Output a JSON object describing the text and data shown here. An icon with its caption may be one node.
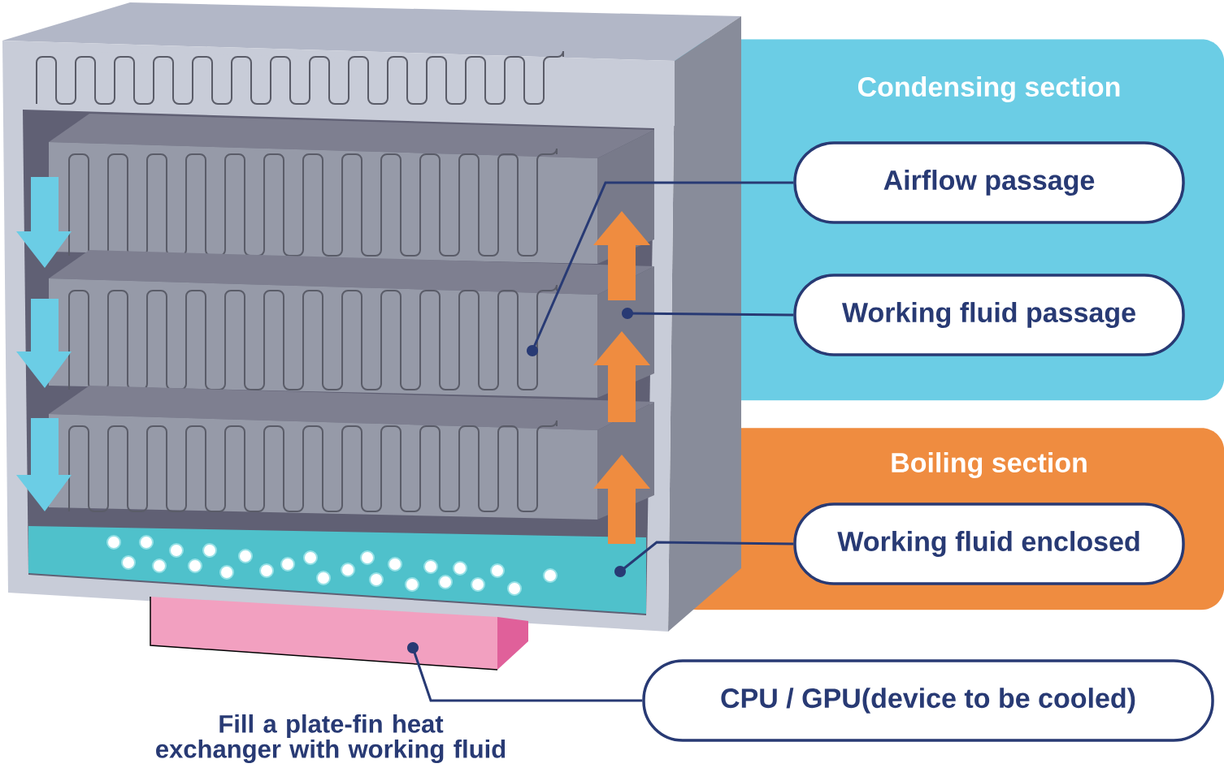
{
  "diagram": {
    "nodes": [
      {
        "text": [
          "Condensing section"
        ]
      },
      {
        "text": [
          "Airflow passage"
        ],
        "in": 0
      },
      {
        "text": [
          "Working fluid passage"
        ],
        "in": 0
      },
      {
        "text": [
          "Boiling section"
        ]
      },
      {
        "text": [
          "Working fluid enclosed"
        ],
        "in": 3
      },
      {
        "text": [
          "CPU / GPU(device to be cooled)"
        ]
      }
    ],
    "edges": [
      {
        "from": 1,
        "to": null,
        "arrow": "other"
      },
      {
        "from": 2,
        "to": null,
        "arrow": "other"
      },
      {
        "from": 4,
        "to": null,
        "arrow": "other"
      },
      {
        "from": 5,
        "to": null,
        "arrow": "other"
      }
    ],
    "labels": [
      "Fill a plate-fin heat exchanger with working fluid"
    ]
  }
}
